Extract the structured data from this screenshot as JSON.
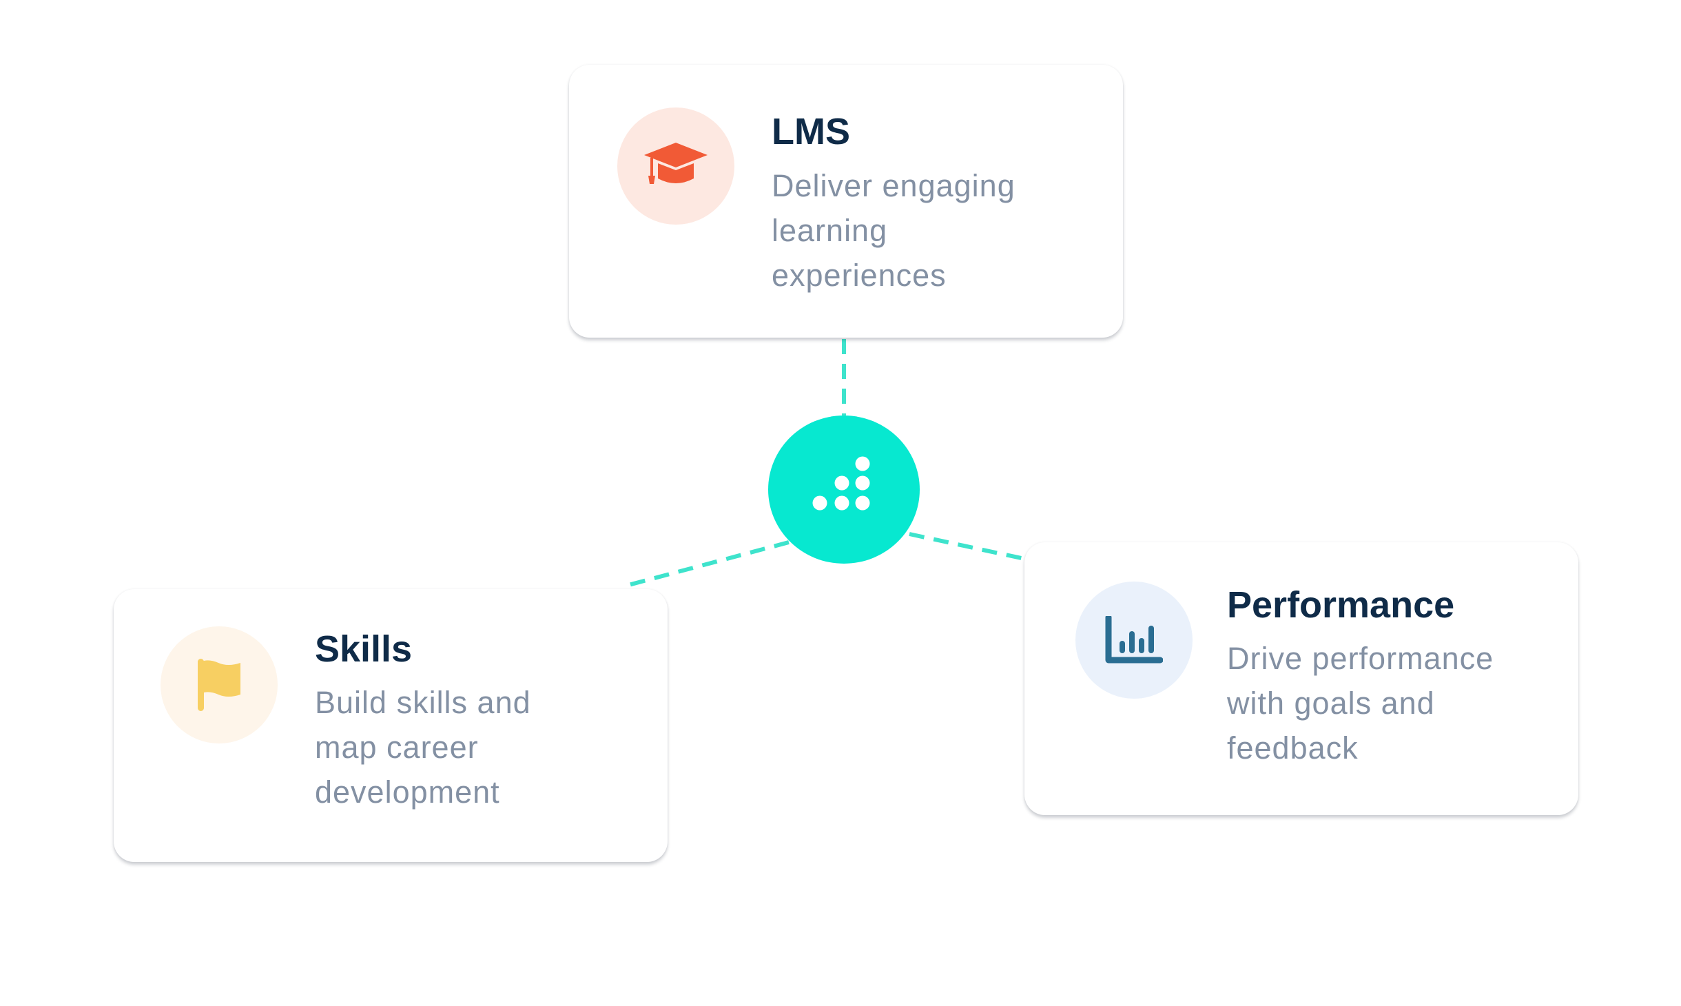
{
  "cards": [
    {
      "id": "lms",
      "title": "LMS",
      "description": "Deliver engaging learning experiences",
      "icon": "graduation-cap-icon",
      "icon_color": "#f15a36",
      "icon_bg": "#fde8e1"
    },
    {
      "id": "skills",
      "title": "Skills",
      "description": "Build skills and map career development",
      "icon": "flag-icon",
      "icon_color": "#f7cf62",
      "icon_bg": "#fef5ea"
    },
    {
      "id": "performance",
      "title": "Performance",
      "description": "Drive performance with goals and feedback",
      "icon": "bar-chart-icon",
      "icon_color": "#2a6d92",
      "icon_bg": "#eaf1fb"
    }
  ],
  "hub": {
    "icon": "dots-logo-icon",
    "color": "#07e8d0"
  },
  "connector_color": "#3ee3cc"
}
